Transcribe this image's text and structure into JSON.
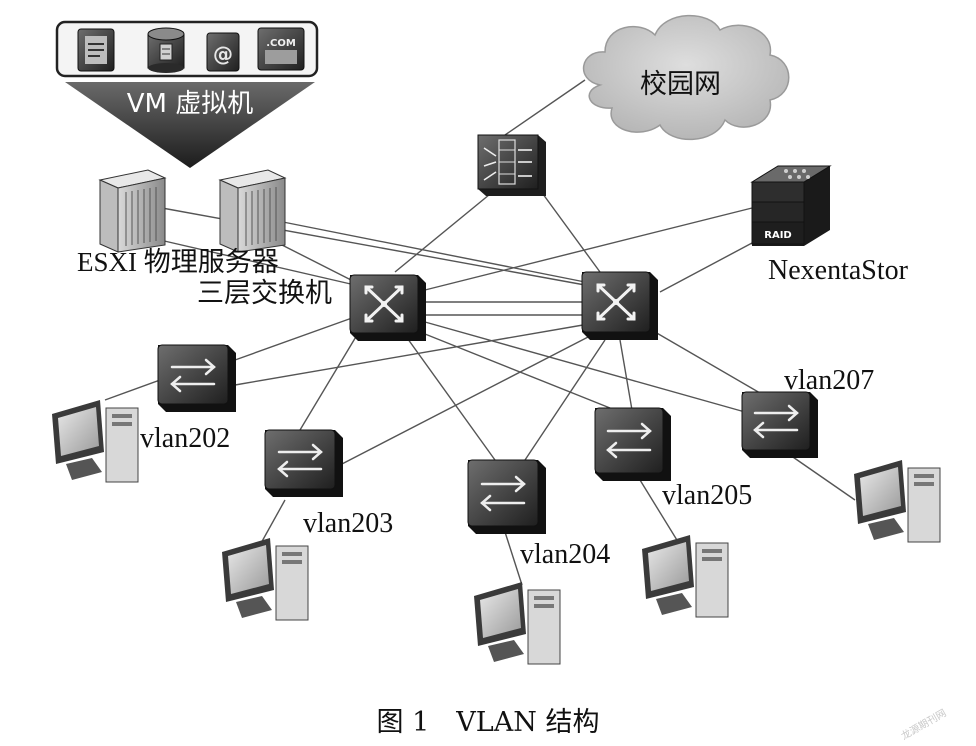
{
  "vm_group": {
    "label": "VM 虚拟机",
    "icons": [
      "document-icon",
      "database-icon",
      "at-sign-icon",
      "dotcom-icon"
    ],
    "icon_texts": {
      "at": "@",
      "com": ".COM"
    }
  },
  "servers_label": "ESXI 物理服务器",
  "core_switches_label": "三层交换机",
  "campus_network_label": "校园网",
  "storage": {
    "label": "NexentaStor",
    "device_text": "RAID"
  },
  "vlans": {
    "v202": "vlan202",
    "v203": "vlan203",
    "v204": "vlan204",
    "v205": "vlan205",
    "v207": "vlan207"
  },
  "caption": "图 1　VLAN 结构",
  "watermark": "龙源期刊网",
  "colors": {
    "device_dark": "#2b2b2b",
    "device_light": "#6e6e6e",
    "link": "#555555",
    "cloud": "#c8c8c8"
  }
}
